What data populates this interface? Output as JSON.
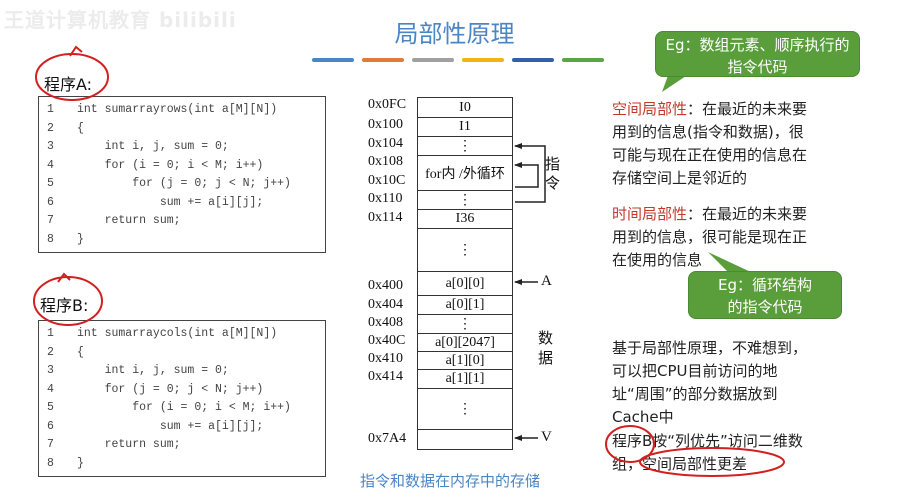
{
  "watermark": "王道计算机教育 bilibili",
  "title": "局部性原理",
  "title_bar_colors": [
    "#4a86c5",
    "#e07b39",
    "#a0a0a0",
    "#f2b415",
    "#3560a8",
    "#5aa645"
  ],
  "program_a": {
    "label": "程序A:",
    "lines": [
      {
        "n": "1",
        "code": "int sumarrayrows(int a[M][N])"
      },
      {
        "n": "2",
        "code": "{"
      },
      {
        "n": "3",
        "code": "    int i, j, sum = 0;"
      },
      {
        "n": "4",
        "code": "    for (i = 0; i < M; i++)"
      },
      {
        "n": "5",
        "code": "        for (j = 0; j < N; j++)"
      },
      {
        "n": "6",
        "code": "            sum += a[i][j];"
      },
      {
        "n": "7",
        "code": "    return sum;"
      },
      {
        "n": "8",
        "code": "}"
      }
    ]
  },
  "program_b": {
    "label": "程序B:",
    "lines": [
      {
        "n": "1",
        "code": "int sumarraycols(int a[M][N])"
      },
      {
        "n": "2",
        "code": "{"
      },
      {
        "n": "3",
        "code": "    int i, j, sum = 0;"
      },
      {
        "n": "4",
        "code": "    for (j = 0; j < N; j++)"
      },
      {
        "n": "5",
        "code": "        for (i = 0; i < M; i++)"
      },
      {
        "n": "6",
        "code": "            sum += a[i][j];"
      },
      {
        "n": "7",
        "code": "    return sum;"
      },
      {
        "n": "8",
        "code": "}"
      }
    ]
  },
  "memory": {
    "addresses": [
      "0x0FC",
      "0x100",
      "0x104",
      "0x108",
      "0x10C",
      "0x110",
      "0x114",
      "0x400",
      "0x404",
      "0x408",
      "0x40C",
      "0x410",
      "0x414",
      "0x7A4"
    ],
    "cells": [
      "I0",
      "I1",
      "⋮",
      "for内 /外循环",
      "⋮",
      "I36",
      "⋮",
      "a[0][0]",
      "a[0][1]",
      "⋮",
      "a[0][2047]",
      "a[1][0]",
      "a[1][1]",
      "⋮",
      ""
    ],
    "instr_label": "指令",
    "data_label": "数据",
    "pointer_a": "A",
    "pointer_v": "V",
    "caption": "指令和数据在内存中的存储"
  },
  "bubble1": "Eg：数组元素、顺序执行的指令代码",
  "bubble2": "Eg：循环结构的指令代码",
  "spatial": {
    "term": "空间局部性",
    "body": "：在最近的未来要用到的信息(指令和数据)，很可能与现在正在使用的信息在存储空间上是邻近的"
  },
  "temporal": {
    "term": "时间局部性",
    "body": "：在最近的未来要用到的信息，很可能是现在正在使用的信息"
  },
  "conclusion": "基于局部性原理，不难想到，可以把CPU目前访问的地址“周围”的部分数据放到Cache中",
  "program_b_note": "程序B按“列优先”访问二维数组，空间局部性更差"
}
